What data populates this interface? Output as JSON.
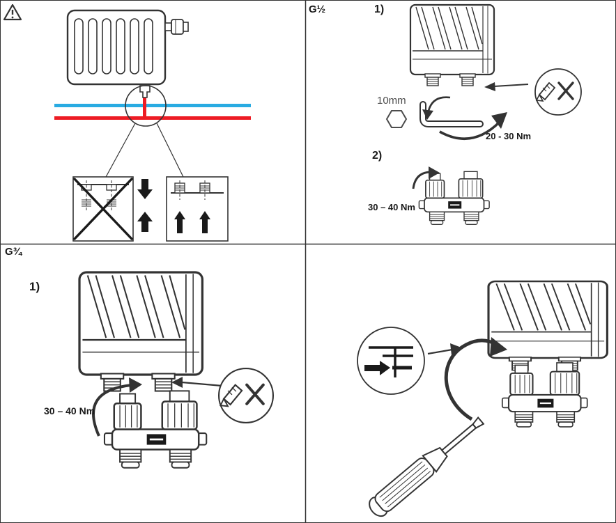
{
  "page": {
    "background": "#ffffff",
    "line_color": "#333333",
    "pipe_colors": {
      "supply_blue": "#29abe2",
      "return_red": "#ed1c24"
    }
  },
  "panels": {
    "overview": {
      "warning_icon": "warning-triangle-icon"
    },
    "g_half": {
      "thread_size": "G½",
      "step_1": "1)",
      "step_2": "2)",
      "hex_key_size": "10mm",
      "torque_step_1": "20 - 30 Nm",
      "torque_step_2": "30 – 40 Nm"
    },
    "g_three_quarter": {
      "thread_size": "G¾",
      "step_1": "1)",
      "torque": "30 – 40 Nm"
    }
  }
}
